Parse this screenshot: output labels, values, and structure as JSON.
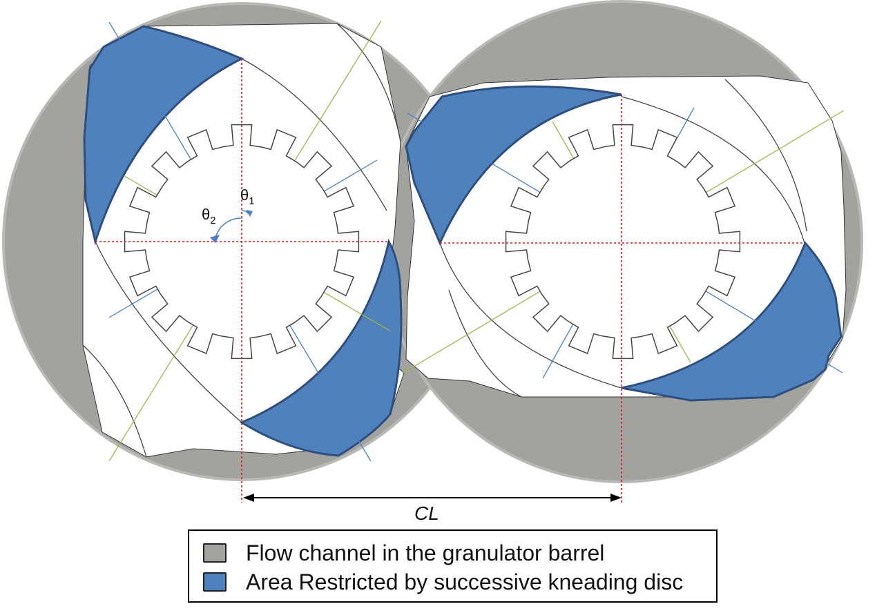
{
  "labels": {
    "theta1": "θ1",
    "theta2": "θ2",
    "centerline": "CL"
  },
  "legend": {
    "items": [
      {
        "label": "Flow channel in the granulator barrel",
        "color": "#a2a29e"
      },
      {
        "label": "Area Restricted by successive kneading disc",
        "color": "#4f81bd"
      }
    ]
  },
  "colors": {
    "barrel": "#a2a29e",
    "restricted": "#4f81bd",
    "restricted_edge": "#2e4f7e",
    "disc_fill": "#ffffff",
    "red_guide": "#e8101a",
    "blue_axis": "#4a7fc4",
    "green_axis": "#9ab84c",
    "outline": "#333333"
  }
}
